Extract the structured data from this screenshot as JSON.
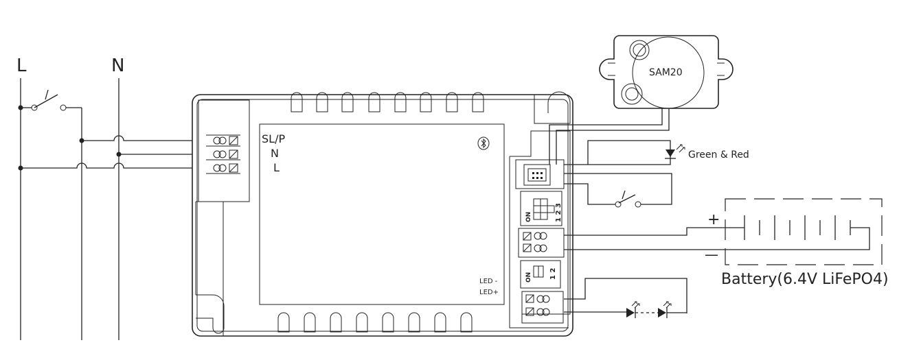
{
  "terminals": {
    "live": "L",
    "neutral": "N"
  },
  "driver": {
    "input_labels": [
      "SL/P",
      "N",
      "L"
    ],
    "led_minus": "LED -",
    "led_plus": "LED+",
    "dip_switch_3": {
      "on": "ON",
      "numbers": "1 2 3"
    },
    "dip_switch_2": {
      "on": "ON",
      "numbers": "1 2"
    }
  },
  "sensor": {
    "label": "SAM20"
  },
  "indicator": {
    "label": "Green & Red"
  },
  "battery": {
    "plus": "+",
    "minus": "—",
    "label": "Battery(6.4V LiFePO4)"
  },
  "icons": {
    "bluetooth": "bluetooth-icon"
  }
}
